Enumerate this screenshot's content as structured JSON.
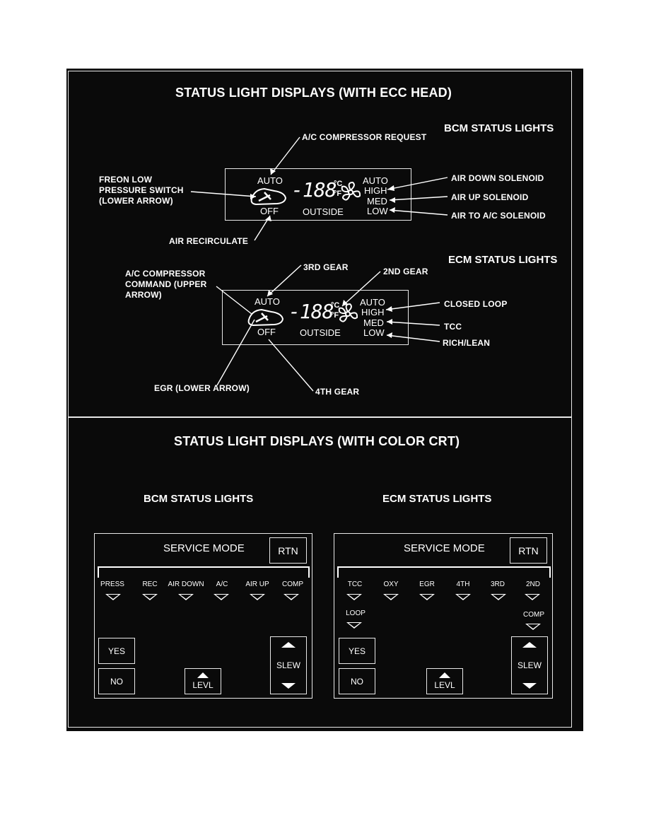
{
  "ecc": {
    "title": "STATUS LIGHT DISPLAYS (WITH ECC HEAD)",
    "bcm": {
      "heading": "BCM STATUS LIGHTS",
      "display": {
        "auto_left": "AUTO",
        "off": "OFF",
        "digits": "-188",
        "deg_c": "°C",
        "deg_f": "°F",
        "outside": "OUTSIDE",
        "auto_right": "AUTO",
        "high": "HIGH",
        "med": "MED",
        "low": "LOW"
      },
      "callouts": {
        "ac_request": "A/C COMPRESSOR REQUEST",
        "freon": "FREON LOW\nPRESSURE SWITCH\n(LOWER ARROW)",
        "recirc": "AIR RECIRCULATE",
        "air_down": "AIR DOWN SOLENOID",
        "air_up": "AIR UP SOLENOID",
        "air_ac": "AIR TO A/C SOLENOID"
      }
    },
    "ecm": {
      "heading": "ECM STATUS LIGHTS",
      "display": {
        "auto_left": "AUTO",
        "off": "OFF",
        "digits": "-188",
        "deg_c": "°C",
        "deg_f": "°F",
        "outside": "OUTSIDE",
        "auto_right": "AUTO",
        "high": "HIGH",
        "med": "MED",
        "low": "LOW"
      },
      "callouts": {
        "gear3": "3RD GEAR",
        "gear2": "2ND GEAR",
        "ac_cmd": "A/C COMPRESSOR\nCOMMAND (UPPER\nARROW)",
        "closed_loop": "CLOSED LOOP",
        "tcc": "TCC",
        "rich_lean": "RICH/LEAN",
        "egr": "EGR (LOWER ARROW)",
        "gear4": "4TH GEAR"
      }
    }
  },
  "crt": {
    "title": "STATUS LIGHT DISPLAYS (WITH COLOR CRT)",
    "bcm": {
      "heading": "BCM STATUS LIGHTS",
      "screen_title": "SERVICE MODE",
      "rtn": "RTN",
      "lights": [
        "PRESS",
        "REC",
        "AIR DOWN",
        "A/C",
        "AIR UP",
        "COMP"
      ],
      "yes": "YES",
      "no": "NO",
      "levl": "LEVL",
      "slew": "SLEW"
    },
    "ecm": {
      "heading": "ECM STATUS LIGHTS",
      "screen_title": "SERVICE MODE",
      "rtn": "RTN",
      "lights": [
        "TCC",
        "OXY",
        "EGR",
        "4TH",
        "3RD",
        "2ND"
      ],
      "extra_left": "LOOP",
      "extra_right": "COMP",
      "yes": "YES",
      "no": "NO",
      "levl": "LEVL",
      "slew": "SLEW"
    }
  },
  "colors": {
    "background": "#0a0a0a",
    "foreground": "#ffffff"
  }
}
